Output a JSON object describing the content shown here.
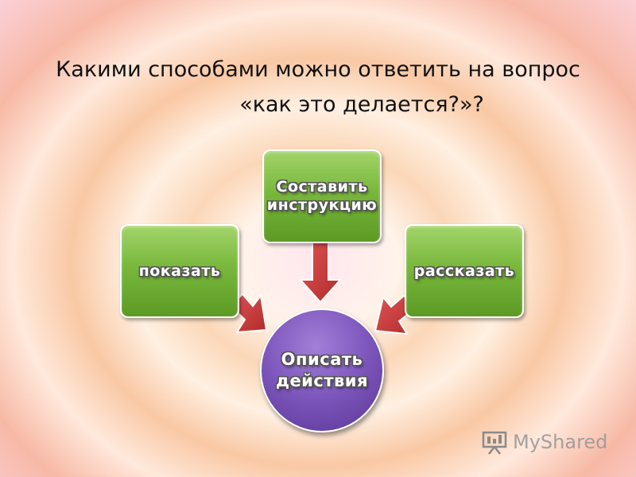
{
  "title": {
    "line1": "Какими способами можно ответить на вопрос",
    "line2": "«как это делается?»?"
  },
  "diagram": {
    "top_box": {
      "line1": "Составить",
      "line2": "инструкцию"
    },
    "left_box": "показать",
    "right_box": "рассказать",
    "center": {
      "line1": "Описать",
      "line2": "действия"
    }
  },
  "watermark": {
    "text": "MyShared",
    "icon": "presentation-board-icon"
  },
  "colors": {
    "box_green": "#79b83c",
    "center_purple": "#7c55bb",
    "arrow_red": "#c83b3b"
  }
}
